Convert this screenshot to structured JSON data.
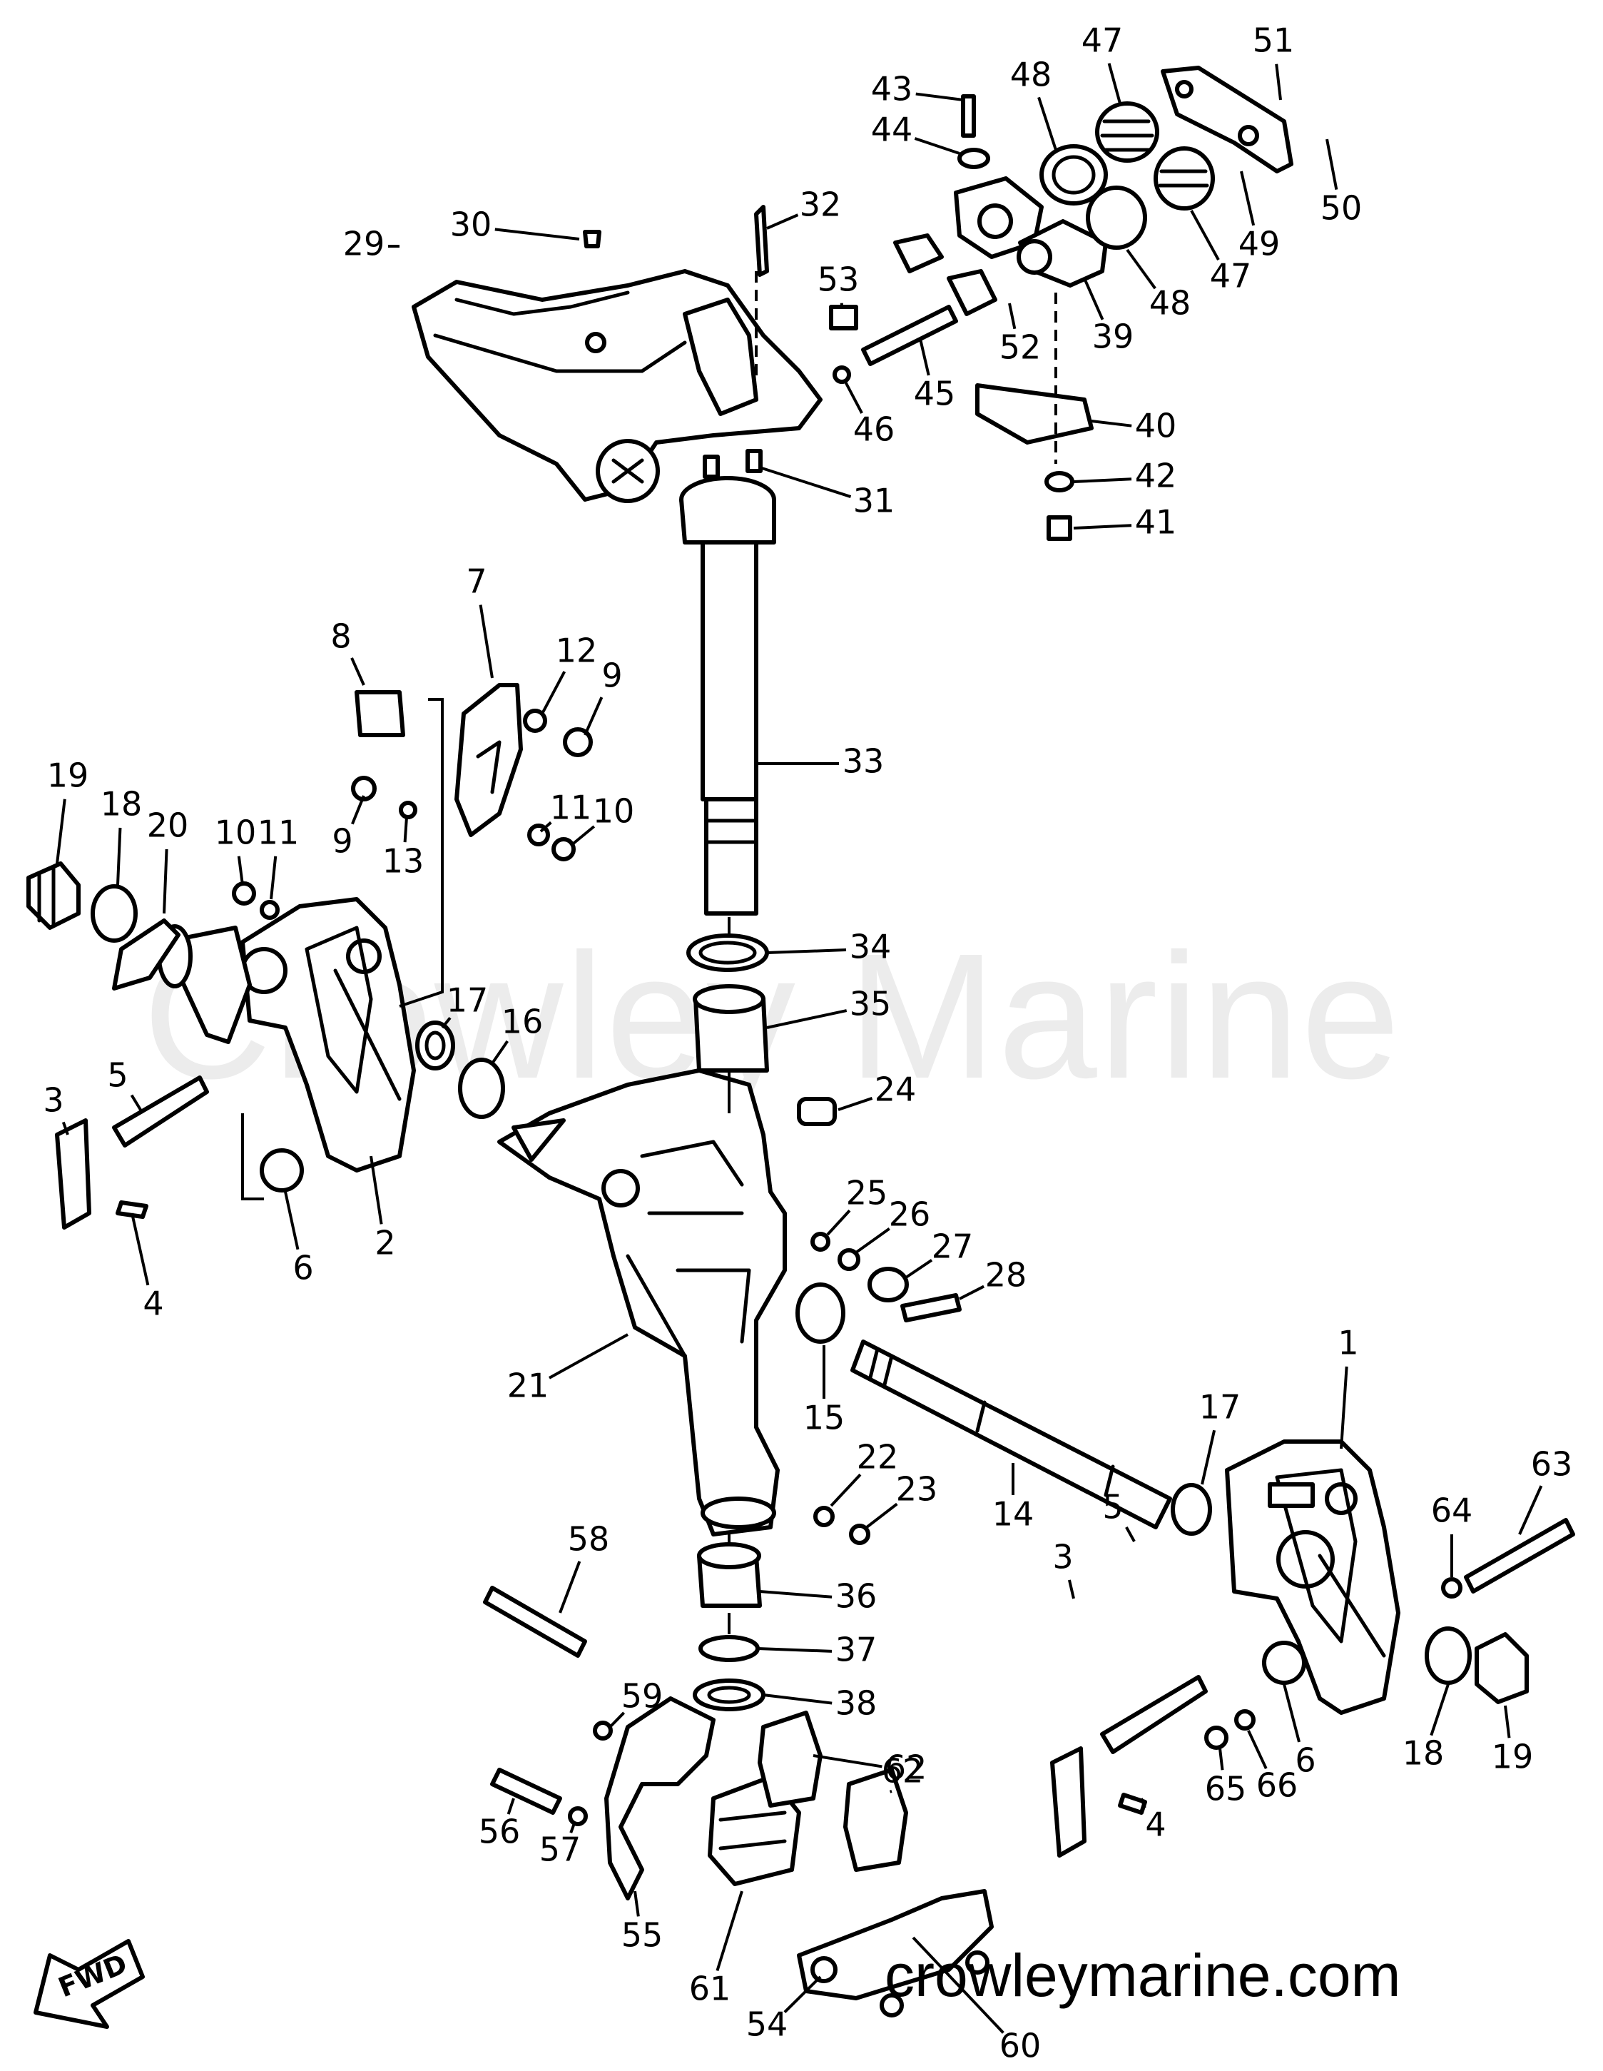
{
  "watermark": "Crowley Marine",
  "site_url": "crowleymarine.com",
  "fwd_label": "FWD",
  "callouts": [
    "1",
    "2",
    "3",
    "4",
    "5",
    "6",
    "7",
    "8",
    "9",
    "10",
    "11",
    "12",
    "13",
    "14",
    "15",
    "16",
    "17",
    "18",
    "19",
    "20",
    "21",
    "22",
    "23",
    "24",
    "25",
    "26",
    "27",
    "28",
    "29",
    "30",
    "31",
    "32",
    "33",
    "34",
    "35",
    "36",
    "37",
    "38",
    "39",
    "40",
    "41",
    "42",
    "43",
    "44",
    "45",
    "46",
    "47",
    "48",
    "49",
    "50",
    "51",
    "52",
    "53",
    "54",
    "55",
    "56",
    "57",
    "58",
    "59",
    "60",
    "61",
    "62",
    "63",
    "64",
    "65",
    "66"
  ]
}
